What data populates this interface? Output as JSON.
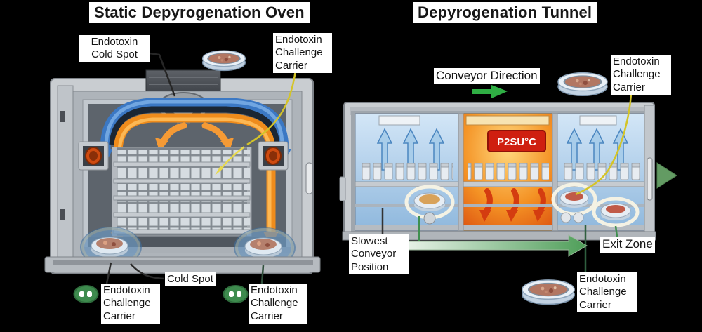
{
  "titles": {
    "oven": "Static Depyrogenation Oven",
    "tunnel": "Depyrogenation Tunnel"
  },
  "oven": {
    "label_endotoxin_cold_spot": "Endotoxin Cold Spot",
    "label_challenge_carrier_top": "Endotoxin Challenge Carrier",
    "label_cold_spot": "Cold Spot",
    "label_challenge_carrier_bottom_left": "Endotoxin Challenge Carrier",
    "label_challenge_carrier_bottom_right": "Endotoxin Challenge Carrier"
  },
  "tunnel": {
    "label_conveyor_direction": "Conveyor Direction",
    "label_challenge_carrier_top": "Endotoxin Challenge Carrier",
    "label_slowest_conveyor_position": "Slowest Conveyor Position",
    "label_exit_zone": "Exit Zone",
    "label_challenge_carrier_bottom": "Endotoxin Challenge Carrier",
    "hot_zone_sign_text": "P2SU°C"
  },
  "colors": {
    "background": "#000000",
    "label_bg": "#ffffff",
    "label_text": "#141414",
    "hot_airflow_orange": "#ef8c1c",
    "cool_airflow_blue": "#3b78c4",
    "hot_zone_red": "#cf1f10",
    "green_arrow": "#2fae44",
    "thermocouple_wire_yellow": "#d4c428",
    "carrier_marker_green": "#3e8b4e"
  },
  "icons": {
    "petri_dish": "petri-dish",
    "carrier_marker": "green-pill-marker",
    "conveyor_arrow": "green-right-arrow",
    "exit_arrow": "green-right-arrow"
  }
}
